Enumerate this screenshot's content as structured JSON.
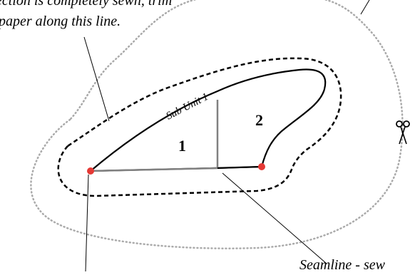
{
  "notes": {
    "top_line1": "ection is completely sewn, trim",
    "top_line2": "paper along this line.",
    "bottom_right": "Seamline - sew"
  },
  "diagram": {
    "unit_label": "Sub Unit 1",
    "piece_1": "1",
    "piece_2": "2"
  },
  "colors": {
    "outline": "#000000",
    "seam": "#808080",
    "cut_line": "#aaaaaa",
    "dot": "#e53935"
  },
  "icons": {
    "scissors": "scissors-icon"
  }
}
